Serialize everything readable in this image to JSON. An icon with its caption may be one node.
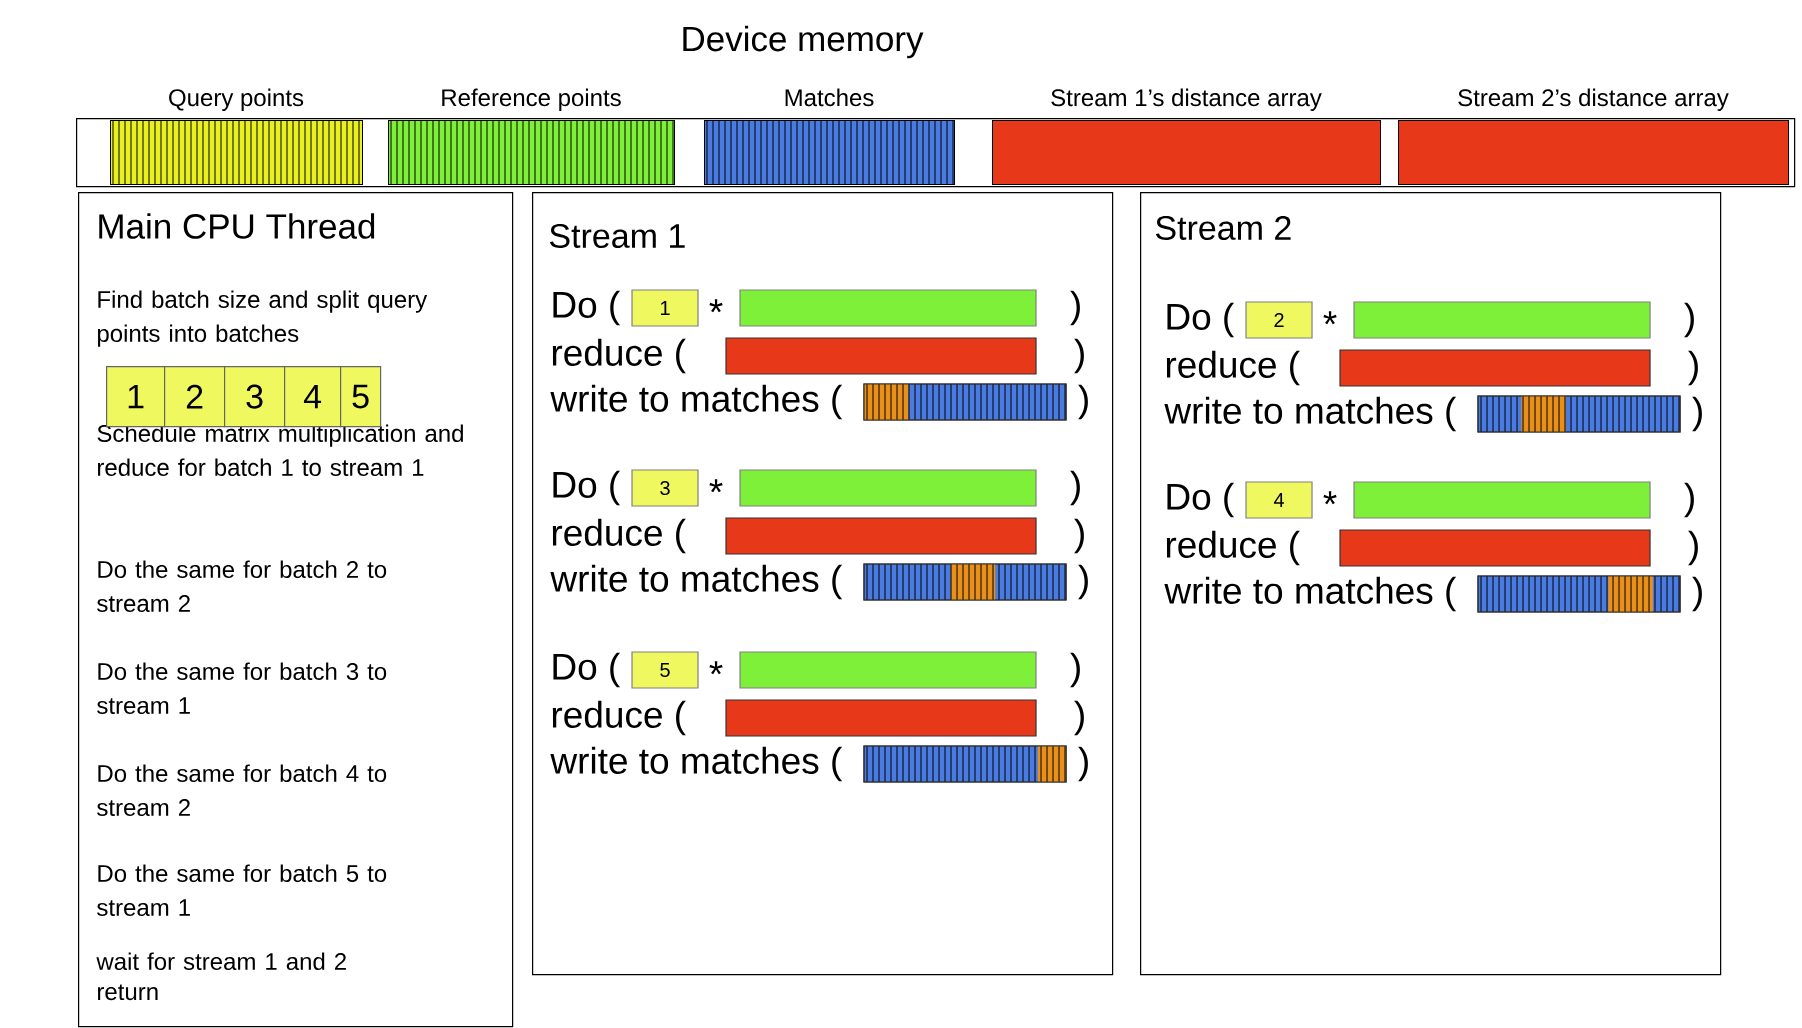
{
  "diagram": {
    "title": "Device memory",
    "nodes": [
      {
        "text": [],
        "shape": "bar"
      },
      {
        "text": [
          "Query points"
        ],
        "in": 0
      },
      {
        "text": [
          "Reference points"
        ],
        "in": 0
      },
      {
        "text": [
          "Matches"
        ],
        "in": 0
      },
      {
        "text": [
          "Stream 1’s distance array"
        ],
        "in": 0
      },
      {
        "text": [
          "Stream 2’s distance array"
        ],
        "in": 0
      },
      {
        "text": [
          "Main CPU Thread",
          "Find batch size and split query points into batches",
          "Schedule matrix multiplication and reduce for batch 1 to stream 1",
          "Do the same for batch 2 to stream 2",
          "Do the same for batch 3 to stream 1",
          "Do the same for batch 4 to stream 2",
          "Do the same for batch 5 to stream 1",
          "wait for stream 1 and 2",
          "return"
        ]
      },
      {
        "text": [
          "1"
        ],
        "in": 6
      },
      {
        "text": [
          "2"
        ],
        "in": 6
      },
      {
        "text": [
          "3"
        ],
        "in": 6
      },
      {
        "text": [
          "4"
        ],
        "in": 6
      },
      {
        "text": [
          "5"
        ],
        "in": 6
      },
      {
        "text": [
          "Stream 1",
          "Do (",
          "*",
          ")",
          "reduce (",
          ")",
          "write to matches (",
          ")",
          "Do (",
          "*",
          ")",
          "reduce (",
          ")",
          "write to matches (",
          ")",
          "Do (",
          "*",
          ")",
          "reduce (",
          ")",
          "write to matches (",
          ")"
        ]
      },
      {
        "text": [
          "1"
        ],
        "in": 12
      },
      {
        "text": [
          "3"
        ],
        "in": 12
      },
      {
        "text": [
          "5"
        ],
        "in": 12
      },
      {
        "text": [
          "Stream 2",
          "Do (",
          "*",
          ")",
          "reduce (",
          ")",
          "write to matches (",
          ")",
          "Do (",
          "*",
          ")",
          "reduce (",
          ")",
          "write to matches (",
          ")"
        ]
      },
      {
        "text": [
          "2"
        ],
        "in": 16
      },
      {
        "text": [
          "4"
        ],
        "in": 16
      }
    ]
  }
}
